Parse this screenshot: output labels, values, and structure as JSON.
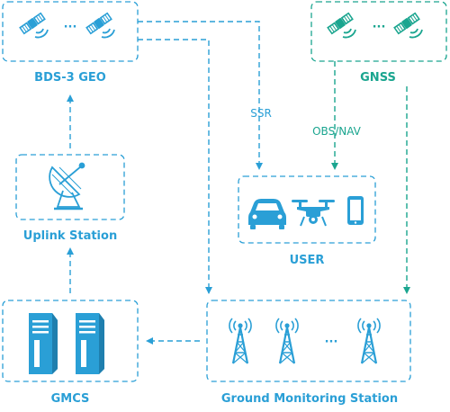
{
  "nodes": {
    "bds3_geo": {
      "label": "BDS-3 GEO",
      "ellipsis": "···"
    },
    "gnss": {
      "label": "GNSS",
      "ellipsis": "···"
    },
    "uplink": {
      "label": "Uplink Station"
    },
    "user": {
      "label": "USER"
    },
    "gmcs": {
      "label": "GMCS"
    },
    "ground": {
      "label": "Ground Monitoring Station",
      "ellipsis": "···"
    }
  },
  "edges": {
    "ssr": "SSR",
    "obs_nav": "OBS/NAV"
  },
  "colors": {
    "blue": "#2a9fd6",
    "green": "#1aa58f"
  },
  "icons": {
    "satellite": "satellite-icon",
    "dish": "satellite-dish-icon",
    "car": "car-icon",
    "drone": "drone-icon",
    "phone": "smartphone-icon",
    "server": "server-icon",
    "tower": "radio-tower-icon"
  }
}
